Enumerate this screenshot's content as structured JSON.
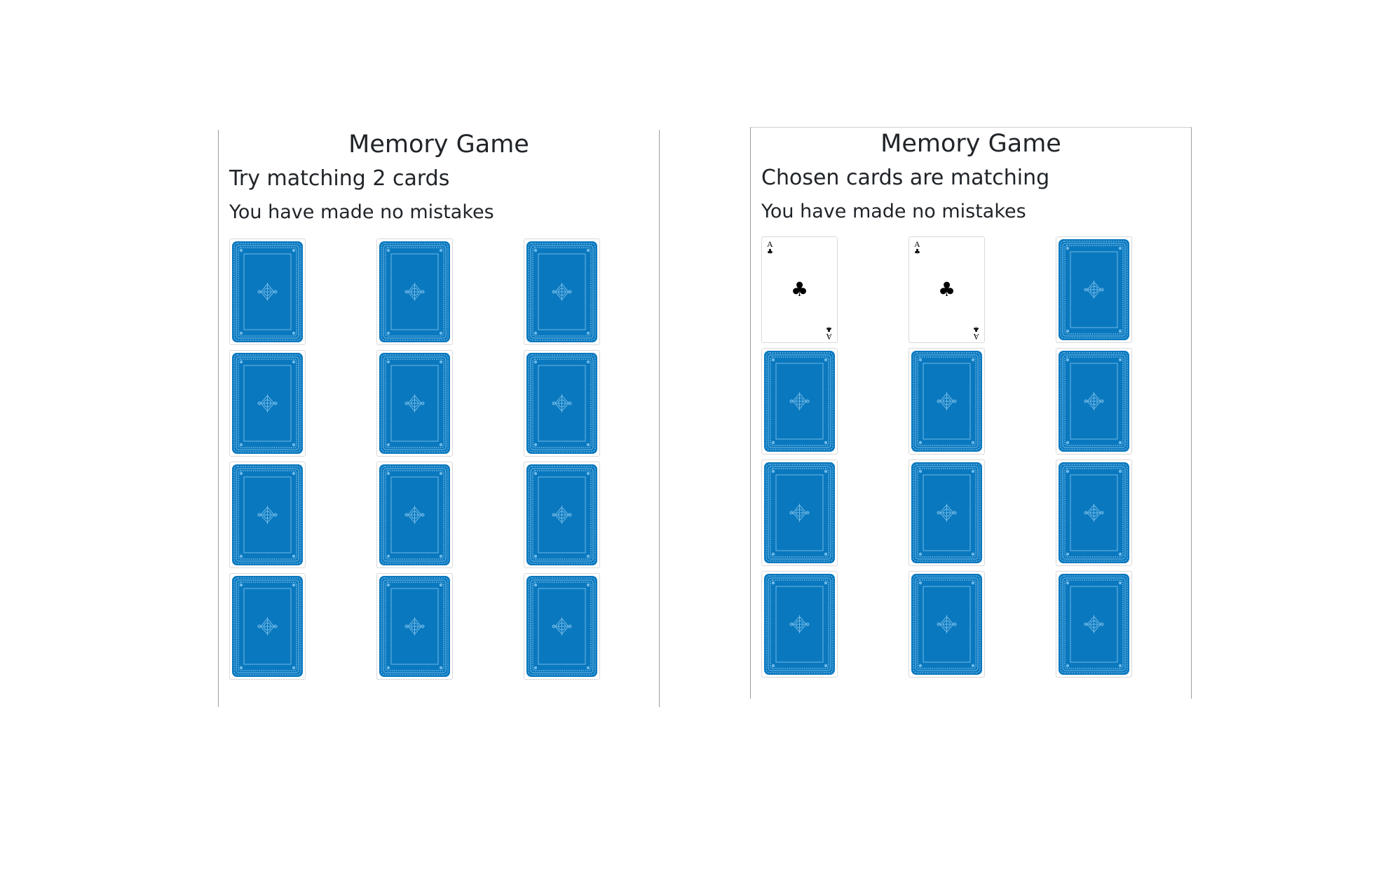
{
  "colors": {
    "card_back": "#0a78be",
    "card_back_pattern": "#6fb8e6",
    "card_face_ink": "#000000",
    "text": "#212529"
  },
  "panels": [
    {
      "title": "Memory Game",
      "status": "Try matching 2 cards",
      "mistakes": "You have made no mistakes",
      "cards": [
        {
          "state": "face-down"
        },
        {
          "state": "face-down"
        },
        {
          "state": "face-down"
        },
        {
          "state": "face-down"
        },
        {
          "state": "face-down"
        },
        {
          "state": "face-down"
        },
        {
          "state": "face-down"
        },
        {
          "state": "face-down"
        },
        {
          "state": "face-down"
        },
        {
          "state": "face-down"
        },
        {
          "state": "face-down"
        },
        {
          "state": "face-down"
        }
      ]
    },
    {
      "title": "Memory Game",
      "status": "Chosen cards are matching",
      "mistakes": "You have made no mistakes",
      "cards": [
        {
          "state": "face-up",
          "rank": "A",
          "suit": "♣",
          "suit_icon": "club-icon"
        },
        {
          "state": "face-up",
          "rank": "A",
          "suit": "♣",
          "suit_icon": "club-icon"
        },
        {
          "state": "face-down"
        },
        {
          "state": "face-down"
        },
        {
          "state": "face-down"
        },
        {
          "state": "face-down"
        },
        {
          "state": "face-down"
        },
        {
          "state": "face-down"
        },
        {
          "state": "face-down"
        },
        {
          "state": "face-down"
        },
        {
          "state": "face-down"
        },
        {
          "state": "face-down"
        }
      ]
    }
  ]
}
